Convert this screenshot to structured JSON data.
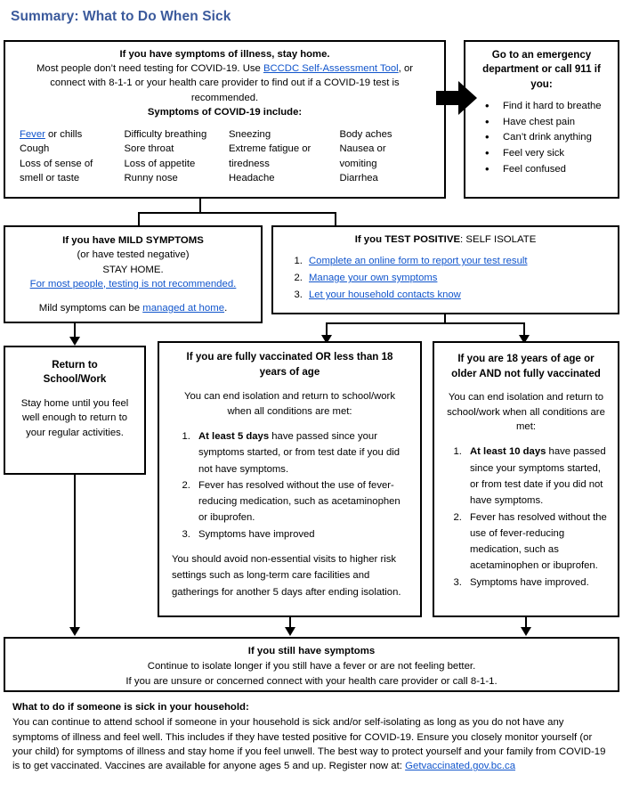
{
  "title": "Summary: What to Do When Sick",
  "colors": {
    "title_blue": "#3B5A9C",
    "link_blue": "#1155CC",
    "border": "#000000",
    "arrow": "#000000"
  },
  "main_box": {
    "line1_bold": "If you have symptoms of illness, stay home.",
    "line2_a": "Most people don’t need testing for COVID-19. Use ",
    "line2_link": "BCCDC Self-Assessment Tool",
    "line2_b": ", or connect with 8-1-1 or your health care provider to find out if a COVID-19 test is recommended.",
    "line3_bold": "Symptoms of COVID-19 include:",
    "symptom_columns": [
      {
        "first_link": "Fever",
        "first_rest": " or chills",
        "rest": [
          "Cough",
          "Loss of sense of",
          "smell or taste"
        ]
      },
      {
        "items": [
          "Difficulty breathing",
          "Sore throat",
          "Loss of appetite",
          "Runny nose"
        ]
      },
      {
        "items": [
          "Sneezing",
          "Extreme fatigue or",
          "tiredness",
          "Headache"
        ]
      },
      {
        "items": [
          "Body aches",
          "Nausea or",
          "vomiting",
          "Diarrhea"
        ]
      }
    ]
  },
  "emergency_box": {
    "heading": "Go to an emergency department or call 911 if you:",
    "items": [
      "Find it hard to breathe",
      "Have chest pain",
      "Can’t drink anything",
      "Feel very sick",
      "Feel confused"
    ]
  },
  "mild_box": {
    "heading": "If you have MILD SYMPTOMS",
    "line2": "(or have tested negative)",
    "line3": "STAY HOME.",
    "link1": "For most people, testing is not recommended.",
    "line4_a": "Mild symptoms can be ",
    "line4_link": "managed at home",
    "line4_b": "."
  },
  "positive_box": {
    "heading_bold": "If you TEST POSITIVE",
    "heading_rest": ": SELF ISOLATE",
    "items": [
      "Complete an online form to report your test result",
      "Manage your own symptoms",
      "Let your household contacts know"
    ]
  },
  "return_box": {
    "heading_line1": "Return to",
    "heading_line2": "School/Work",
    "body": "Stay home until you feel well enough to return to your regular activities."
  },
  "vaccinated_box": {
    "heading": "If you are fully vaccinated OR less than 18 years of age",
    "subheading": "You can end isolation and return to school/work when all conditions are met:",
    "items": [
      {
        "bold": "At least 5 days",
        "rest": " have passed since your symptoms started, or from test date if you did not have symptoms."
      },
      {
        "bold": "",
        "rest": "Fever has resolved without the use of fever-reducing medication, such as acetaminophen or ibuprofen."
      },
      {
        "bold": "",
        "rest": "Symptoms have improved"
      }
    ],
    "footer": "You should avoid non-essential visits to higher risk settings such as long-term care facilities and gatherings for another 5 days after ending isolation."
  },
  "unvaccinated_box": {
    "heading": "If you are 18 years of age or older AND not fully vaccinated",
    "subheading": "You can end isolation and return to school/work when all conditions are met:",
    "items": [
      {
        "bold": "At least 10 days",
        "rest": " have passed since your symptoms started, or from test date if you did not have symptoms."
      },
      {
        "bold": "",
        "rest": "Fever has resolved without the use of fever-reducing medication, such as acetaminophen or ibuprofen."
      },
      {
        "bold": "",
        "rest": "Symptoms have improved."
      }
    ]
  },
  "still_symptoms_box": {
    "heading": "If you still have symptoms",
    "line2": "Continue to isolate longer if you still have a fever or are not feeling better.",
    "line3": "If you are unsure or concerned connect with your health care provider or call 8-1-1."
  },
  "household": {
    "heading": "What to do if someone is sick in your household:",
    "body": "You can continue to attend school if someone in your household is sick and/or self-isolating as long as you do not have any symptoms of illness and feel well. This includes if they have tested positive for COVID-19. Ensure you closely monitor yourself (or your child) for symptoms of illness and stay home if you feel unwell. The best way to protect yourself and your family from COVID-19 is to get vaccinated. Vaccines are available for anyone ages 5 and up. Register now at: ",
    "link": "Getvaccinated.gov.bc.ca"
  }
}
